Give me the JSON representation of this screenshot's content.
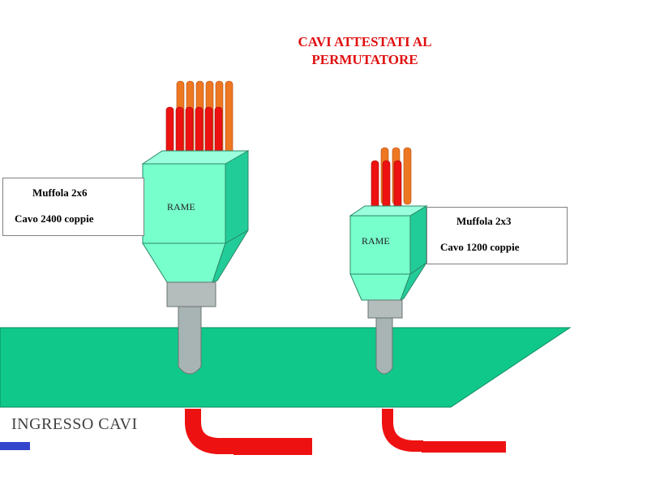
{
  "title": {
    "line1": "CAVI ATTESTATI AL",
    "line2": "PERMUTATORE"
  },
  "left_closure": {
    "label": "RAME",
    "info_line1": "Muffola 2x6",
    "info_line2": "Cavo 2400 coppie"
  },
  "right_closure": {
    "label": "RAME",
    "info_line1": "Muffola 2x3",
    "info_line2": "Cavo 1200 coppie"
  },
  "floor_label": "INGRESSO CAVI",
  "colors": {
    "closure_front": "#77ffcc",
    "closure_side": "#22cc99",
    "floor": "#10c88a",
    "pipe_red": "#ee1111",
    "pipe_orange": "#ee7722",
    "tube_grey": "#a8b4b4",
    "title_red": "#e01010",
    "accent_blue": "#3344cc"
  }
}
